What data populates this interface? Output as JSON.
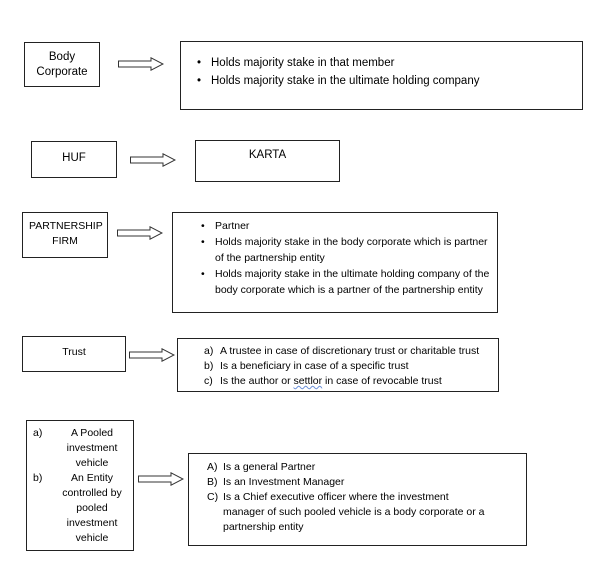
{
  "rows": [
    {
      "left": "Body Corporate",
      "right": {
        "type": "bullets",
        "items": [
          "Holds majority stake in that member",
          "Holds majority stake in the ultimate holding company"
        ]
      }
    },
    {
      "left": "HUF",
      "right": {
        "type": "text",
        "text": "KARTA"
      }
    },
    {
      "left": "PARTNERSHIP FIRM",
      "right": {
        "type": "bullets",
        "items": [
          "Partner",
          "Holds majority stake in the body corporate which is partner of the partnership entity",
          "Holds majority stake in the ultimate holding company of the body corporate which is a partner of the partnership entity"
        ]
      }
    },
    {
      "left": "Trust",
      "right": {
        "type": "list",
        "items": [
          {
            "marker": "a)",
            "text": "A trustee in case of discretionary trust or charitable trust"
          },
          {
            "marker": "b)",
            "text": "Is a beneficiary in case of a specific trust"
          },
          {
            "marker": "c)",
            "text_before": "Is the author or ",
            "text_flagged": "settlor",
            "text_after": " in case of revocable trust"
          }
        ]
      }
    },
    {
      "left_items": [
        {
          "marker": "a)",
          "text": "A Pooled investment vehicle"
        },
        {
          "marker": "b)",
          "text": "An Entity controlled by pooled investment vehicle"
        }
      ],
      "right": {
        "type": "list",
        "items": [
          {
            "marker": "A)",
            "text": "Is a general Partner"
          },
          {
            "marker": "B)",
            "text": "Is an Investment Manager"
          },
          {
            "marker": "C)",
            "text": "Is a Chief executive officer where the investment manager of such pooled vehicle is a body corporate or a partnership entity"
          }
        ]
      }
    }
  ]
}
